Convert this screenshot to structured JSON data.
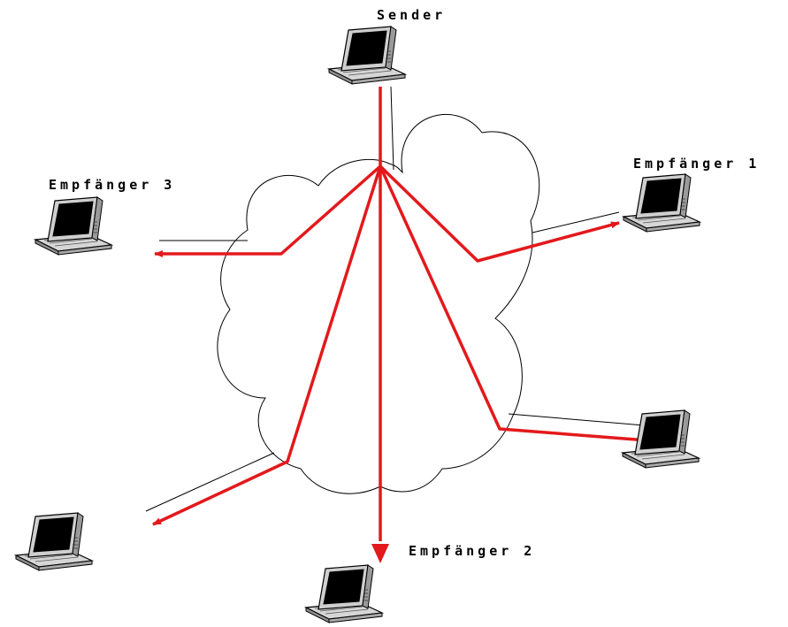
{
  "labels": {
    "sender": "Sender",
    "receiver1": "Empfänger 1",
    "receiver2": "Empfänger 2",
    "receiver3": "Empfänger 3"
  },
  "colors": {
    "arrow": "#e3191c",
    "outline": "#000000",
    "screen": "#000000",
    "body_light": "#d9d9d9",
    "body_dark": "#9e9e9e"
  },
  "icons": {
    "computer": "laptop-icon",
    "network": "cloud-icon"
  }
}
